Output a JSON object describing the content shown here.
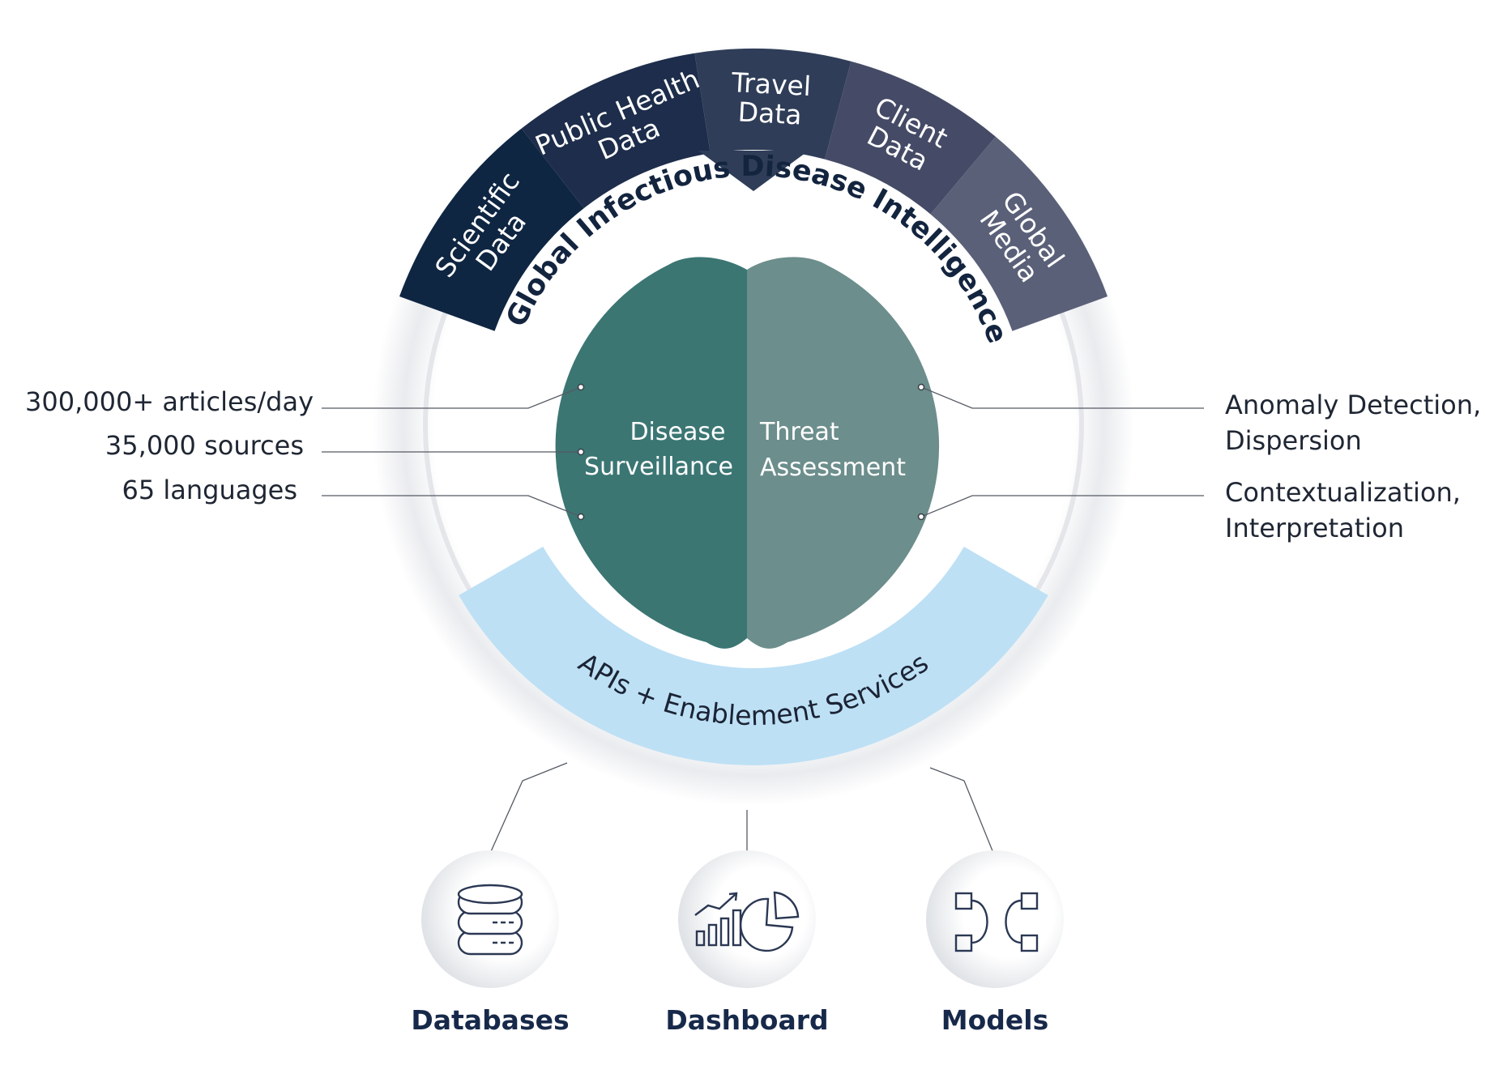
{
  "ring_title": "Global Infectious Disease Intelligence",
  "top_segments": [
    {
      "lines": [
        "Scientific",
        "Data"
      ],
      "color": "#0f2642"
    },
    {
      "lines": [
        "Public Health",
        "Data"
      ],
      "color": "#1d2d4b"
    },
    {
      "lines": [
        "Travel",
        "Data"
      ],
      "color": "#2f3d58"
    },
    {
      "lines": [
        "Client",
        "Data"
      ],
      "color": "#454b66"
    },
    {
      "lines": [
        "Global",
        "Media"
      ],
      "color": "#5a6078"
    }
  ],
  "center": {
    "left": {
      "lines": [
        "Disease",
        "Surveillance"
      ],
      "color": "#3b7673"
    },
    "right": {
      "lines": [
        "Threat",
        "Assessment"
      ],
      "color": "#6c8e8c"
    }
  },
  "left_stats": [
    "300,000+ articles/day",
    "35,000 sources",
    "65 languages"
  ],
  "right_stats": [
    [
      "Anomaly Detection,",
      "Dispersion"
    ],
    [
      "Contextualization,",
      "Interpretation"
    ]
  ],
  "band_label": "APIs + Enablement Services",
  "band_color": "#bde0f5",
  "outputs": [
    {
      "label": "Databases",
      "icon": "database-icon"
    },
    {
      "label": "Dashboard",
      "icon": "dashboard-chart-icon"
    },
    {
      "label": "Models",
      "icon": "model-network-icon"
    }
  ]
}
